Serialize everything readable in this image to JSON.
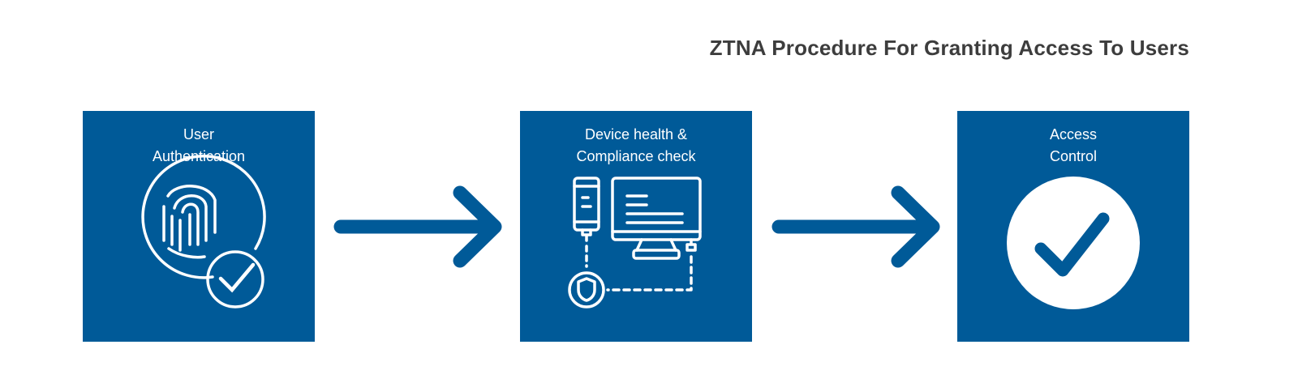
{
  "title": "ZTNA Procedure For Granting Access To Users",
  "colors": {
    "box": "#005a98",
    "arrow": "#005a98",
    "icon": "#ffffff",
    "title": "#3d3d3d"
  },
  "steps": [
    {
      "line1": "User",
      "line2": "Authentication",
      "icon": "fingerprint-check-icon"
    },
    {
      "line1": "Device health &",
      "line2": "Compliance check",
      "icon": "device-compliance-icon"
    },
    {
      "line1": "Access",
      "line2": "Control",
      "icon": "checkmark-circle-icon"
    }
  ]
}
